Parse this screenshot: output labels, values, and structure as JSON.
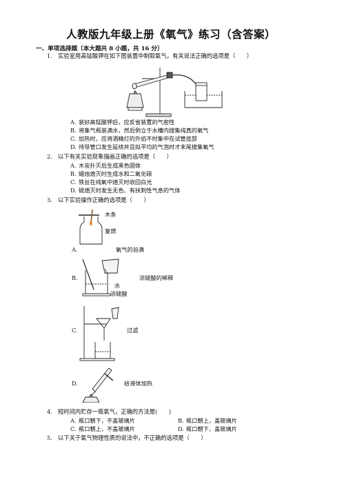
{
  "title": "人教版九年级上册《氧气》练习（含答案）",
  "section": "一、单项选择题〔本大题共 8 小题，共 16 分〕",
  "questions": [
    {
      "num": "1.",
      "text": "实验室用高锰酸钾在如下图装置中制取氧气，有关说法正确的选项是（　　）",
      "options": [
        {
          "letter": "A.",
          "text": "装好高锰酸钾后，应反省装置的气密性"
        },
        {
          "letter": "B.",
          "text": "将集气瓶装满水，然后倒立于水槽内搜集纯真的氧气"
        },
        {
          "letter": "C.",
          "text": "加热时，应将酒精灯的外焰不时集中在试管底部"
        },
        {
          "letter": "D.",
          "text": "待导管口发生延续并且拟平均的气泡时才末尾搜集氧气"
        }
      ]
    },
    {
      "num": "2.",
      "text": "以下有关实验现象描画正确的选项是（　　）",
      "options": [
        {
          "letter": "A.",
          "text": "木炭扑灭后生成黑色固体"
        },
        {
          "letter": "B.",
          "text": "蜡烛熄灭时生成水和二氧化碳"
        },
        {
          "letter": "C.",
          "text": "铁丝在纯氧中熄灭时收回白光"
        },
        {
          "letter": "D.",
          "text": "硫熄灭时发生无色、有扶刺性气息的气体"
        }
      ]
    },
    {
      "num": "3.",
      "text": "以下实验操作正确的选项是（　　）",
      "options": [
        {
          "letter": "A.",
          "text": "氧气的验满"
        },
        {
          "letter": "B.",
          "text": "浓硫酸的稀释"
        },
        {
          "letter": "C.",
          "text": "过滤"
        },
        {
          "letter": "D.",
          "text": "给液体加热"
        }
      ],
      "figure_labels": {
        "a_stick": "木条",
        "a_flame": "复燃",
        "b_water": "水",
        "b_acid": "浓硫酸"
      }
    },
    {
      "num": "4.",
      "text": "短时间内贮存一瓶氧气，正确的方法是(　　)",
      "options": [
        {
          "letter": "A.",
          "text": "瓶口朝下，不盖玻璃片"
        },
        {
          "letter": "B.",
          "text": "瓶口朝上，盖玻璃片"
        },
        {
          "letter": "C.",
          "text": "瓶口朝上，不盖玻璃片"
        },
        {
          "letter": "D.",
          "text": "瓶口朝下，盖玻璃片"
        }
      ]
    },
    {
      "num": "5.",
      "text": "以下关于氧气物理性质的说法中，不正确的选项是（　　）",
      "options": []
    }
  ]
}
